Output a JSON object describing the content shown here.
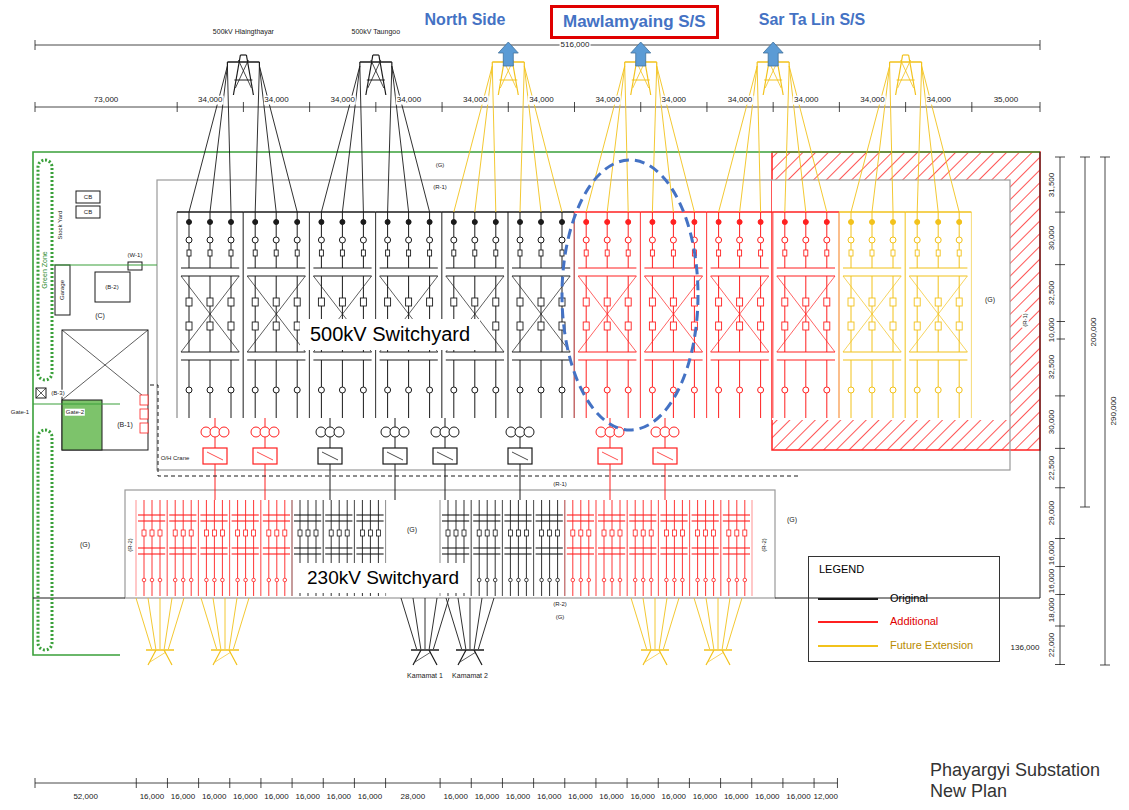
{
  "diagram": {
    "title": "Phayargyi Substation New Plan",
    "nodes": [
      {
        "text": [
          "Mawlamyaing S/S"
        ]
      },
      {
        "text": [
          "500kV Switchyard"
        ]
      },
      {
        "text": [
          "230kV Switchyard"
        ]
      },
      {
        "text": [
          "LEGEND"
        ]
      }
    ],
    "labels": [
      "North Side",
      "Sar Ta Lin S/S",
      "516,000",
      "73,000",
      "34,000",
      "34,000",
      "34,000",
      "34,000",
      "34,000",
      "34,000",
      "34,000",
      "34,000",
      "34,000",
      "34,000",
      "34,000",
      "34,000",
      "35,000",
      "31,500",
      "30,000",
      "32,500",
      "10,000",
      "32,500",
      "30,000",
      "22,500",
      "29,000",
      "16,000",
      "16,000",
      "18,000",
      "22,000",
      "200,000",
      "290,000",
      "136,000",
      "52,000",
      "16,000",
      "16,000",
      "16,000",
      "16,000",
      "16,000",
      "16,000",
      "16,000",
      "16,000",
      "28,000",
      "16,000",
      "16,000",
      "16,000",
      "16,000",
      "16,000",
      "16,000",
      "16,000",
      "16,000",
      "16,000",
      "16,000",
      "16,000",
      "16,000",
      "12,000",
      "500kV Hlaingthayar",
      "500kV Taungoo",
      "Kamamat 1",
      "Kamamat 2",
      "Green Zone",
      "Stock Yard",
      "Garage",
      "(C)",
      "(B-1)",
      "(B-2)",
      "(B-3)",
      "(W-1)",
      "Gate-1",
      "Gate-2",
      "O/H Crane",
      "CB",
      "CB",
      "(R-1)",
      "(R-1)",
      "(R-1)",
      "(R-2)",
      "(R-2)",
      "(R-2)",
      "(G)",
      "(G)",
      "(G)",
      "(G)",
      "(G)",
      "(G)"
    ],
    "legend": [
      {
        "text": "Original"
      },
      {
        "text": "Additional"
      },
      {
        "text": "Future Extension"
      }
    ]
  }
}
